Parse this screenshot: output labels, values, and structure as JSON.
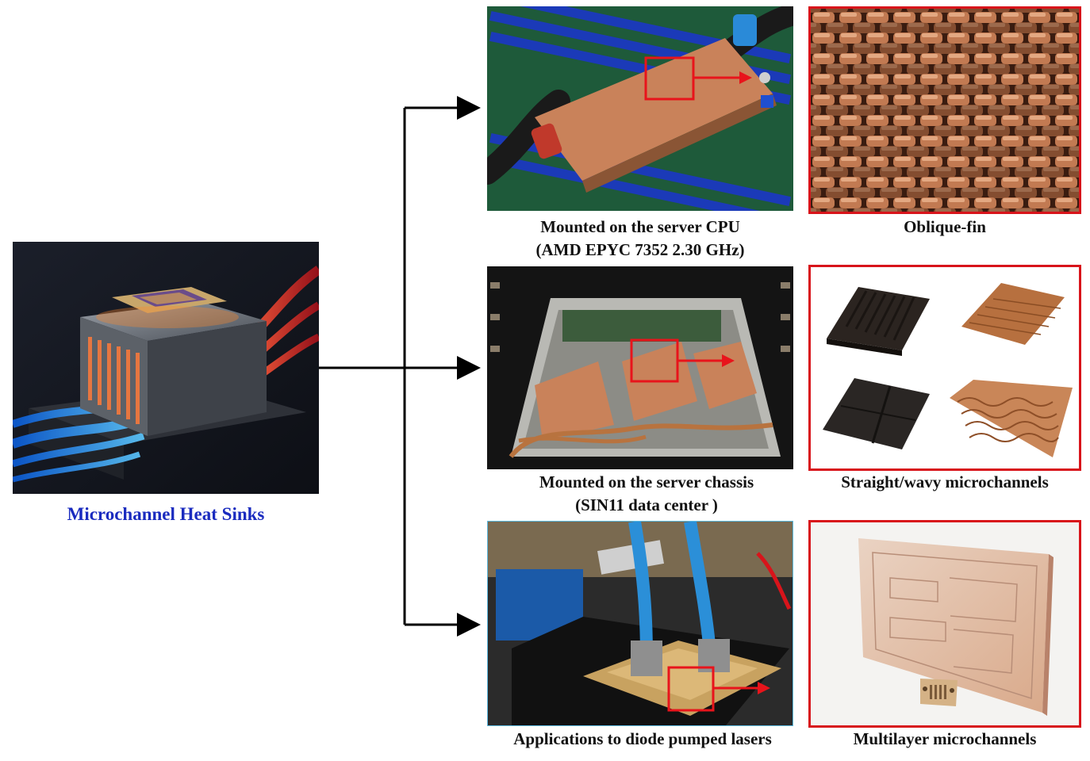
{
  "main_image": {
    "icon": "microchannel-heat-sink-render",
    "caption": "Microchannel Heat Sinks",
    "caption_color": "#1a2bbf"
  },
  "rows": [
    {
      "application": {
        "icon": "server-cpu-cold-plate-photo",
        "caption_line1": "Mounted on the server CPU",
        "caption_line2": "(AMD EPYC 7352 2.30 GHz)"
      },
      "structure": {
        "icon": "oblique-fin-micrograph",
        "caption": "Oblique-fin"
      }
    },
    {
      "application": {
        "icon": "server-chassis-cooling-photo",
        "caption_line1": "Mounted on the server chassis",
        "caption_line2": "(SIN11 data center )"
      },
      "structure": {
        "icon": "straight-wavy-microchannel-plates",
        "caption": "Straight/wavy microchannels"
      }
    },
    {
      "application": {
        "icon": "diode-laser-cooling-photo",
        "caption_line1": "Applications to diode pumped lasers"
      },
      "structure": {
        "icon": "multilayer-microchannel-plate",
        "caption": "Multilayer microchannels"
      }
    }
  ],
  "colors": {
    "highlight": "#d8141b",
    "arrow": "#000000",
    "copper": "#c9825a"
  }
}
